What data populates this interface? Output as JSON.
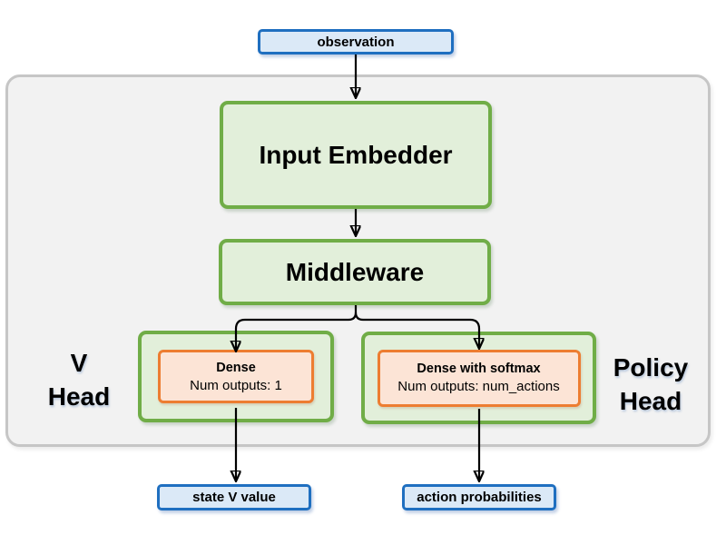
{
  "palette": {
    "io_fill": "#dbe9f7",
    "io_border": "#1f6fc0",
    "block_fill": "#e2efda",
    "block_border": "#70ad47",
    "inner_fill": "#fce4d6",
    "inner_border": "#ed7d31",
    "frame_fill": "#f2f2f2",
    "frame_border": "#c6c6c6",
    "arrow": "#000000"
  },
  "nodes": {
    "observation": {
      "label": "observation"
    },
    "input_embedder": {
      "label": "Input Embedder"
    },
    "middleware": {
      "label": "Middleware"
    },
    "v_head": {
      "line1": "V",
      "line2": "Head"
    },
    "policy_head": {
      "line1": "Policy",
      "line2": "Head"
    },
    "dense": {
      "title": "Dense",
      "subtitle": "Num outputs: 1"
    },
    "dense_softmax": {
      "title": "Dense with softmax",
      "subtitle": "Num outputs: num_actions"
    },
    "state_v_value": {
      "label": "state V value"
    },
    "action_probabilities": {
      "label": "action probabilities"
    }
  }
}
